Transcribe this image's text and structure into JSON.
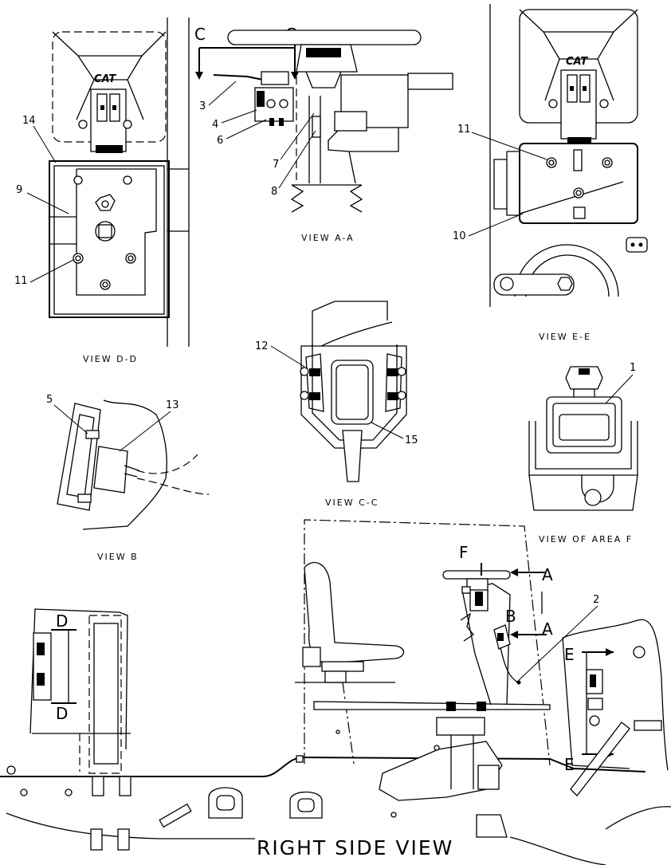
{
  "views": {
    "d": "VIEW D-D",
    "aa": "VIEW A-A",
    "ee": "VIEW E-E",
    "b": "VIEW B",
    "cc": "VIEW C-C",
    "f": "VIEW OF AREA F",
    "right": "RIGHT SIDE VIEW"
  },
  "brand": "CAT",
  "callouts": {
    "c1": "1",
    "c2": "2",
    "c3": "3",
    "c4": "4",
    "c5": "5",
    "c6": "6",
    "c7": "7",
    "c8": "8",
    "c9": "9",
    "c10": "10",
    "c11a": "11",
    "c11b": "11",
    "c12": "12",
    "c13": "13",
    "c14": "14",
    "c15": "15"
  },
  "markers": {
    "c_left": "C",
    "c_right": "C",
    "a_top": "A",
    "a_bottom": "A",
    "b": "B",
    "d_top": "D",
    "d_bottom": "D",
    "e_top": "E",
    "e_bottom": "E",
    "f": "F"
  }
}
